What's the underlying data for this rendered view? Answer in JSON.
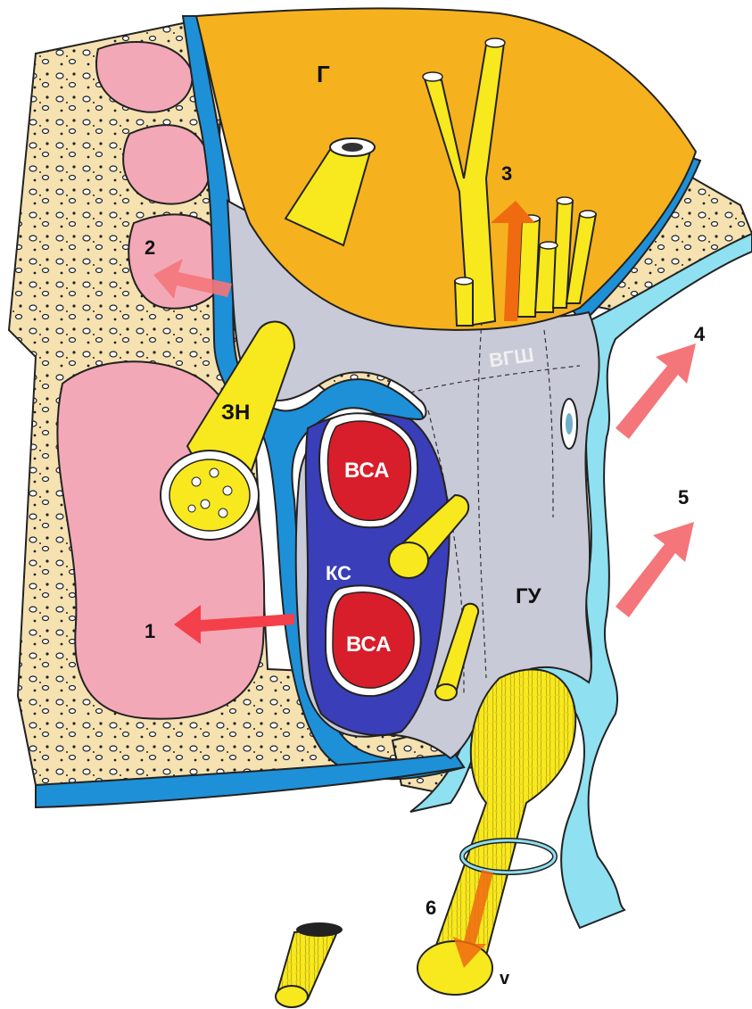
{
  "labels": {
    "g": "Г",
    "vgsh": "ВГШ",
    "zn": "ЗН",
    "vsa_top": "ВСА",
    "ks": "КС",
    "vsa_bottom": "ВСА",
    "gu": "ГУ",
    "v": "v"
  },
  "arrows": [
    {
      "number": "1"
    },
    {
      "number": "2"
    },
    {
      "number": "3"
    },
    {
      "number": "4"
    },
    {
      "number": "5"
    },
    {
      "number": "6"
    }
  ],
  "colors": {
    "gland": "#F5B21E",
    "cavity": "#C9CAD8",
    "sinus_pink": "#F3A8B8",
    "bone": "#F5E2B0",
    "dura_blue": "#1E90D8",
    "light_blue": "#8FE0F0",
    "nerve_yellow": "#F8E81E",
    "artery_red": "#D81E2A",
    "venous_blue": "#3A3EB8",
    "arrow_red": "#F4757A"
  }
}
